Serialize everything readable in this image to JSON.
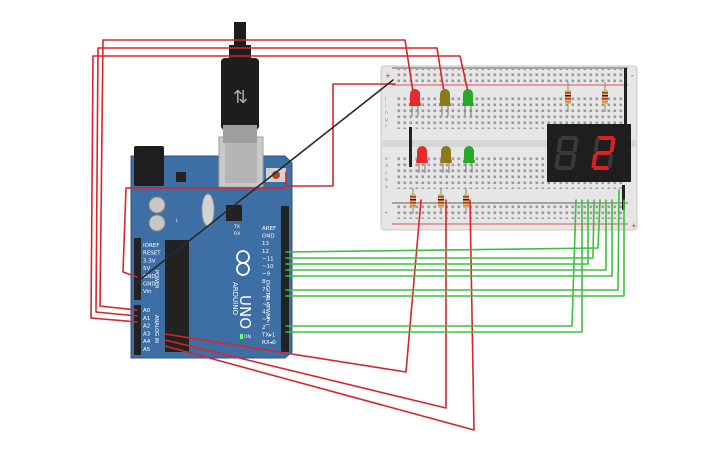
{
  "board": {
    "brand_text": "ARDUINO",
    "model_text": "UNO",
    "label_digital": "DIGITAL (PWM~)",
    "label_power": "POWER",
    "label_analog": "ANALOG IN",
    "label_tx": "TX",
    "label_rx": "RX",
    "label_l": "L",
    "label_on": "ON",
    "digital_pins": [
      "AREF",
      "GND",
      "13",
      "12",
      "~11",
      "~10",
      "~9",
      "8",
      "7",
      "~6",
      "~5",
      "4",
      "~3",
      "2",
      "TX▸1",
      "RX◂0"
    ],
    "power_pins": [
      "IOREF",
      "RESET",
      "3.3V",
      "5V",
      "GND",
      "GND",
      "Vin"
    ],
    "analog_pins": [
      "A0",
      "A1",
      "A2",
      "A3",
      "A4",
      "A5"
    ]
  },
  "breadboard": {
    "rail_plus": "+",
    "rail_minus": "-",
    "row_letters_top": [
      "j",
      "i",
      "h",
      "g",
      "f"
    ],
    "row_letters_bottom": [
      "e",
      "d",
      "c",
      "b",
      "a"
    ]
  },
  "components": {
    "leds_top": [
      {
        "name": "led-red-top",
        "color": "#e52b2b"
      },
      {
        "name": "led-olive-top",
        "color": "#8a7a18"
      },
      {
        "name": "led-green-top",
        "color": "#2aa82a"
      }
    ],
    "leds_bottom": [
      {
        "name": "led-red-bottom",
        "color": "#e52b2b"
      },
      {
        "name": "led-olive-bottom",
        "color": "#8a7a18"
      },
      {
        "name": "led-green-bottom",
        "color": "#2aa82a"
      }
    ],
    "seven_segment_left_digit": "8",
    "seven_segment_right_digit": "2"
  },
  "colors": {
    "board_blue": "#3d6fa5",
    "wire_red": "#d8252b",
    "wire_green": "#3fbf3f",
    "wire_black": "#2a2a2a",
    "breadboard_bg": "#e8e8e8"
  }
}
